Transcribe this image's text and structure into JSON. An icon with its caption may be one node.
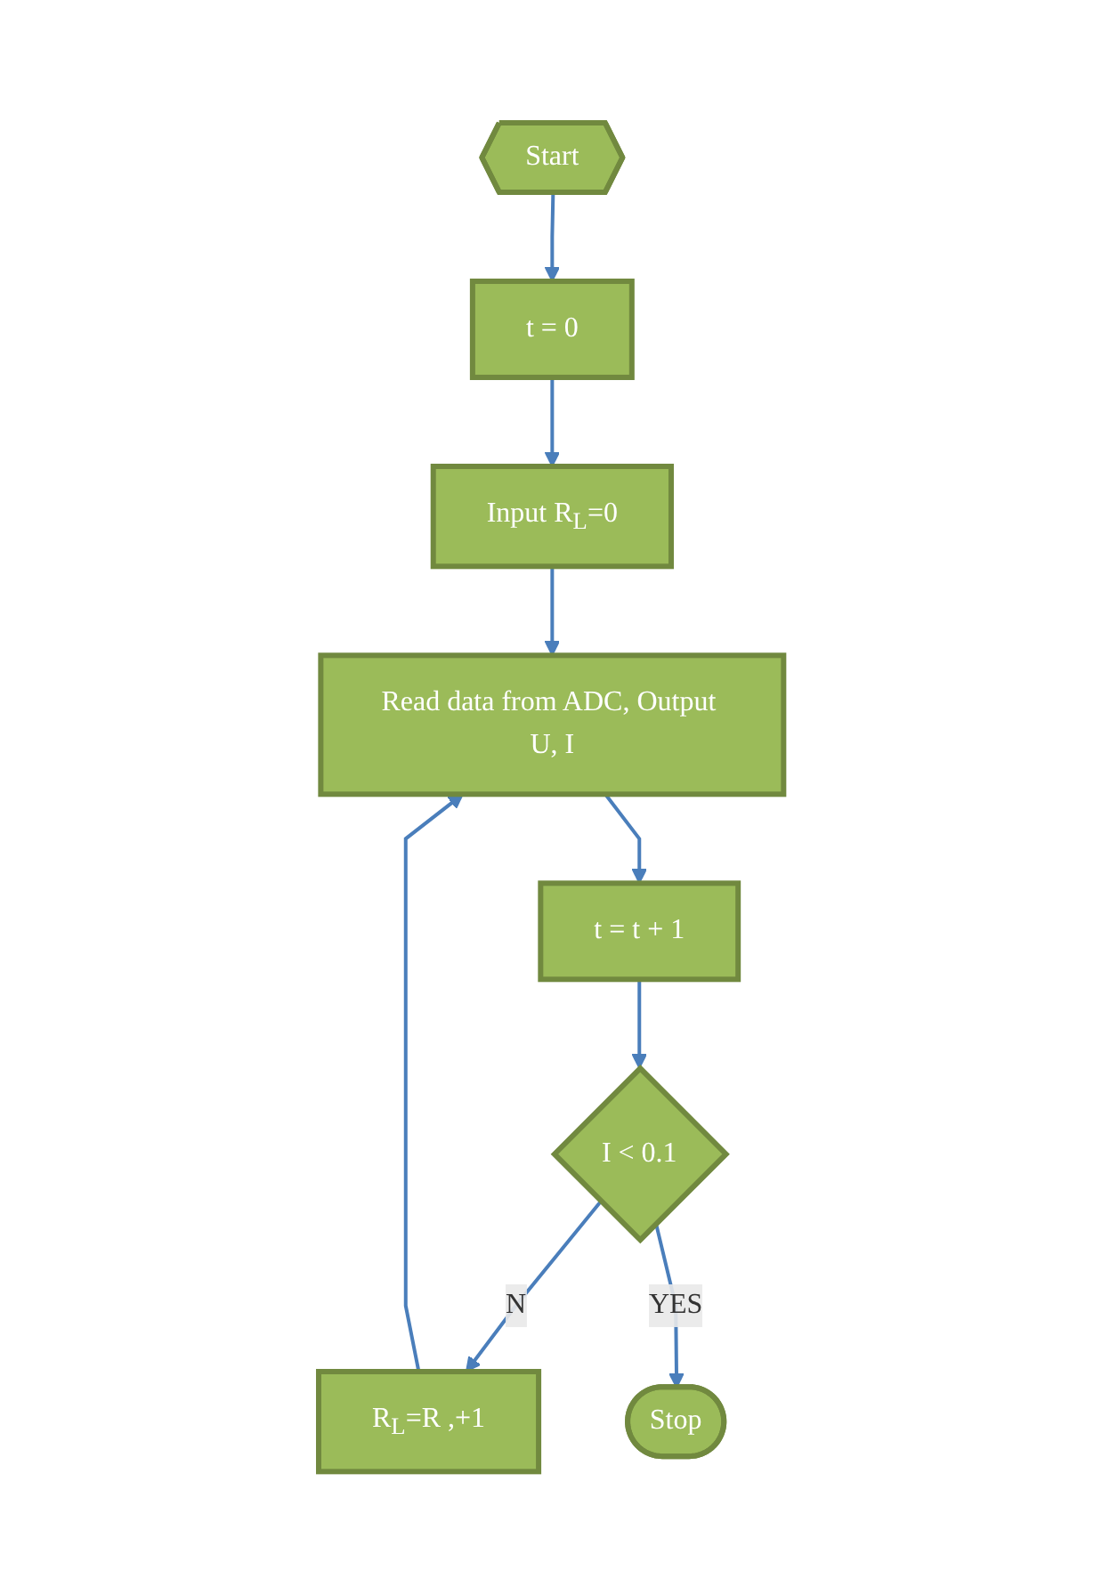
{
  "diagram": {
    "nodes": [
      {
        "text": [
          "Start"
        ]
      },
      {
        "text": [
          "t = 0"
        ]
      },
      {
        "text": [
          "Input R$_{L}$=0"
        ]
      },
      {
        "text": [
          "Read data from ADC, Output U, I"
        ]
      },
      {
        "text": [
          "t = t + 1"
        ]
      },
      {
        "text": [
          "I < 0.1"
        ]
      },
      {
        "text": [
          "R$_{L}$=R ,+1"
        ]
      },
      {
        "text": [
          "Stop"
        ]
      }
    ],
    "edges": [
      {
        "from": 0,
        "to": 1,
        "arrow": "to"
      },
      {
        "from": 1,
        "to": 2,
        "arrow": "to"
      },
      {
        "from": 2,
        "to": 3,
        "arrow": "to"
      },
      {
        "from": 3,
        "to": 4,
        "arrow": "to"
      },
      {
        "from": 4,
        "to": 5,
        "arrow": "to"
      },
      {
        "from": 5,
        "to": 6,
        "arrow": "to",
        "label": "N"
      },
      {
        "from": 5,
        "to": 7,
        "arrow": "to",
        "label": "YES"
      },
      {
        "from": 6,
        "to": 3,
        "arrow": "to"
      }
    ]
  }
}
